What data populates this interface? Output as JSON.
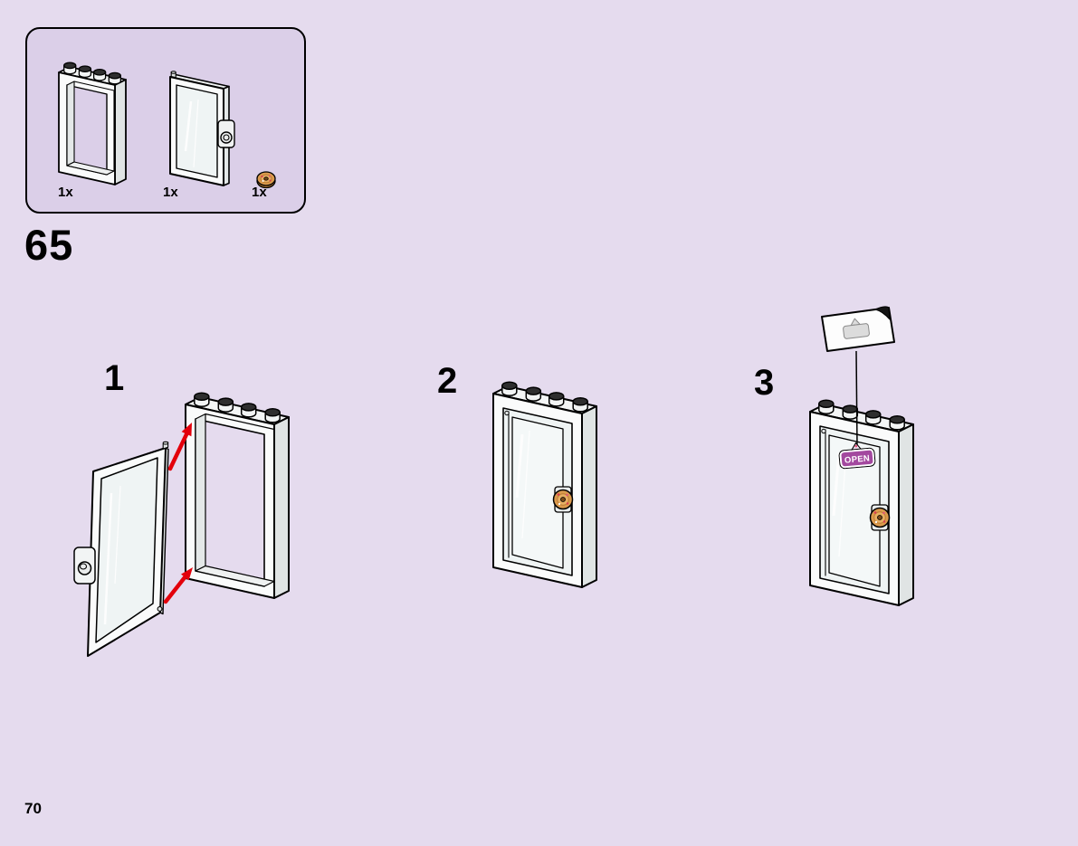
{
  "page": {
    "background_color": "#E5DBEE",
    "step_number": "65",
    "page_number": "70"
  },
  "parts_box": {
    "parts": [
      {
        "id": "door-frame-1x4x6",
        "count_label": "1x"
      },
      {
        "id": "door-1x4x6-with-handle",
        "count_label": "1x"
      },
      {
        "id": "donut-round-tile",
        "count_label": "1x"
      }
    ]
  },
  "steps": [
    {
      "label": "1"
    },
    {
      "label": "2"
    },
    {
      "label": "3"
    }
  ],
  "sticker": {
    "text": "OPEN",
    "color": "#A3499F"
  },
  "colors": {
    "arrow": "#E3000B",
    "donut": "#DB9A4D",
    "stud_top": "#2E2E2E",
    "parts_box_fill": "#DBCFE8"
  }
}
